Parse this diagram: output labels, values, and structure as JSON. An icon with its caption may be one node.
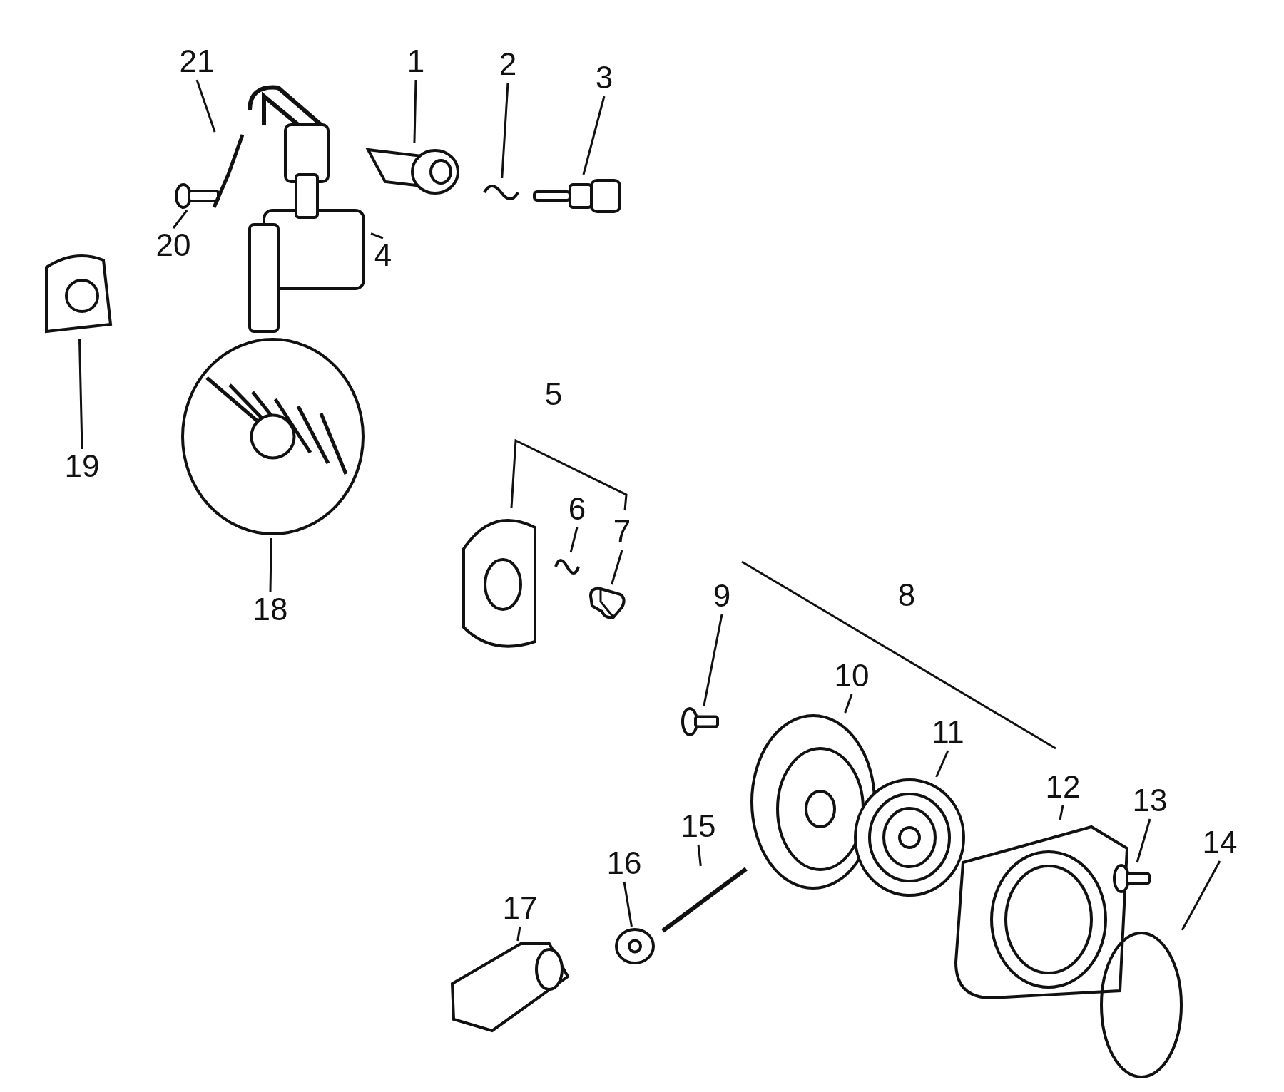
{
  "diagram": {
    "nodes": [
      {
        "text": [
          "1"
        ]
      },
      {
        "text": [
          "2"
        ]
      },
      {
        "text": [
          "3"
        ]
      },
      {
        "text": [
          "4"
        ]
      },
      {
        "text": [
          "6"
        ]
      },
      {
        "text": [
          "7"
        ]
      },
      {
        "text": [
          "9"
        ]
      },
      {
        "text": [
          "10"
        ]
      },
      {
        "text": [
          "11"
        ]
      },
      {
        "text": [
          "12"
        ]
      },
      {
        "text": [
          "13"
        ]
      },
      {
        "text": [
          "14"
        ]
      },
      {
        "text": [
          "15"
        ]
      },
      {
        "text": [
          "16"
        ]
      },
      {
        "text": [
          "17"
        ]
      },
      {
        "text": [
          "18"
        ]
      },
      {
        "text": [
          "19"
        ]
      },
      {
        "text": [
          "20"
        ]
      },
      {
        "text": [
          "21"
        ]
      },
      {
        "text": [],
        "shape": "picture"
      },
      {
        "text": [],
        "shape": "picture"
      },
      {
        "text": [],
        "shape": "picture"
      },
      {
        "text": [],
        "shape": "picture"
      },
      {
        "text": [],
        "shape": "picture"
      },
      {
        "text": [],
        "shape": "picture"
      },
      {
        "text": [],
        "shape": "picture"
      },
      {
        "text": [],
        "shape": "picture"
      },
      {
        "text": [],
        "shape": "picture"
      },
      {
        "text": [],
        "shape": "picture"
      },
      {
        "text": [],
        "shape": "picture"
      },
      {
        "text": [],
        "shape": "circle"
      },
      {
        "text": [],
        "shape": "picture"
      },
      {
        "text": [],
        "shape": "picture"
      },
      {
        "text": [],
        "shape": "picture"
      },
      {
        "text": [],
        "shape": "picture"
      },
      {
        "text": [],
        "shape": "picture"
      },
      {
        "text": [],
        "shape": "picture"
      },
      {
        "text": [],
        "shape": "picture"
      }
    ],
    "edges": [
      {
        "from": 0,
        "to": 19,
        "arrow": "none"
      },
      {
        "from": 1,
        "to": 20,
        "arrow": "none"
      },
      {
        "from": 2,
        "to": 21,
        "arrow": "none"
      },
      {
        "from": 3,
        "to": 22,
        "arrow": "none"
      },
      {
        "from": 4,
        "to": 23,
        "arrow": "none"
      },
      {
        "from": 5,
        "to": 24,
        "arrow": "none"
      },
      {
        "from": 6,
        "to": 25,
        "arrow": "none"
      },
      {
        "from": 7,
        "to": 26,
        "arrow": "none"
      },
      {
        "from": 8,
        "to": 27,
        "arrow": "none"
      },
      {
        "from": 9,
        "to": 28,
        "arrow": "none"
      },
      {
        "from": 10,
        "to": 29,
        "arrow": "none"
      },
      {
        "from": 11,
        "to": 30,
        "arrow": "none"
      },
      {
        "from": 12,
        "to": 31,
        "arrow": "none"
      },
      {
        "from": 13,
        "to": 32,
        "arrow": "none"
      },
      {
        "from": 14,
        "to": 33,
        "arrow": "none"
      },
      {
        "from": 15,
        "to": 34,
        "arrow": "none"
      },
      {
        "from": 16,
        "to": 35,
        "arrow": "none"
      },
      {
        "from": 17,
        "to": 36,
        "arrow": "none"
      },
      {
        "from": 18,
        "to": 37,
        "arrow": "none"
      }
    ],
    "labels": [
      "5",
      "8"
    ]
  }
}
